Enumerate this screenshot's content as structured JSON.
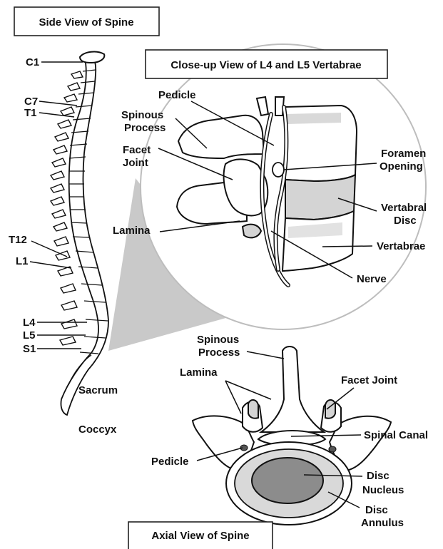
{
  "titles": {
    "side_view": "Side View of Spine",
    "closeup_view": "Close-up View of L4 and L5 Vertabrae",
    "axial_view": "Axial View of Spine"
  },
  "side_labels": {
    "c1": "C1",
    "c7": "C7",
    "t1": "T1",
    "t12": "T12",
    "l1": "L1",
    "l4": "L4",
    "l5": "L5",
    "s1": "S1",
    "sacrum": "Sacrum",
    "coccyx": "Coccyx"
  },
  "closeup_labels": {
    "pedicle": "Pedicle",
    "spinous_1": "Spinous",
    "spinous_2": "Process",
    "facet_1": "Facet",
    "facet_2": "Joint",
    "lamina": "Lamina",
    "foramen_1": "Foramen",
    "foramen_2": "Opening",
    "disc_1": "Vertabral",
    "disc_2": "Disc",
    "vertabrae": "Vertabrae",
    "nerve": "Nerve"
  },
  "axial_labels": {
    "spinous_1": "Spinous",
    "spinous_2": "Process",
    "lamina": "Lamina",
    "facet_joint": "Facet Joint",
    "spinal_canal": "Spinal Canal",
    "pedicle": "Pedicle",
    "nucleus_1": "Disc",
    "nucleus_2": "Nucleus",
    "annulus_1": "Disc",
    "annulus_2": "Annulus"
  },
  "colors": {
    "line": "#111111",
    "bone_fill": "#ffffff",
    "shade": "#d0d0d0",
    "nucleus": "#8c8c8c",
    "annulus": "#d9d9d9"
  }
}
